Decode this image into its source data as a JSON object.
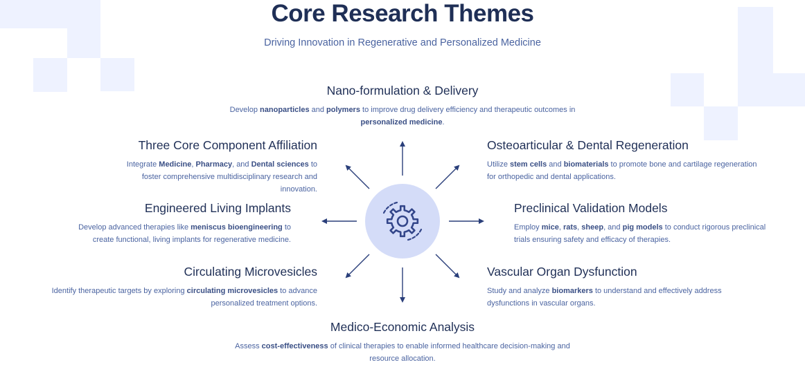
{
  "header": {
    "title": "Core Research Themes",
    "subtitle": "Driving Innovation in Regenerative and Personalized Medicine"
  },
  "hub": {
    "icon": "gear-refresh-icon",
    "circle_color": "#d4dcf8",
    "icon_color": "#33468a"
  },
  "colors": {
    "heading": "#1f2f56",
    "body": "#4a63a0",
    "arrow": "#2a3f7a",
    "decor": "#eef2ff"
  },
  "themes": [
    {
      "id": "nano",
      "title": "Nano-formulation & Delivery",
      "desc": [
        {
          "t": "Develop "
        },
        {
          "t": "nanoparticles",
          "b": true
        },
        {
          "t": " and "
        },
        {
          "t": "polymers",
          "b": true
        },
        {
          "t": " to improve drug delivery efficiency and therapeutic outcomes in "
        },
        {
          "t": "personalized medicine",
          "b": true
        },
        {
          "t": "."
        }
      ]
    },
    {
      "id": "affiliation",
      "title": "Three Core Component Affiliation",
      "desc": [
        {
          "t": "Integrate "
        },
        {
          "t": "Medicine",
          "b": true
        },
        {
          "t": ", "
        },
        {
          "t": "Pharmacy",
          "b": true
        },
        {
          "t": ", and "
        },
        {
          "t": "Dental sciences",
          "b": true
        },
        {
          "t": " to foster comprehensive multidisciplinary research and innovation."
        }
      ]
    },
    {
      "id": "osteo",
      "title": "Osteoarticular & Dental Regeneration",
      "desc": [
        {
          "t": "Utilize "
        },
        {
          "t": "stem cells",
          "b": true
        },
        {
          "t": " and "
        },
        {
          "t": "biomaterials",
          "b": true
        },
        {
          "t": " to promote bone and cartilage regeneration for orthopedic and dental applications."
        }
      ]
    },
    {
      "id": "implants",
      "title": "Engineered Living Implants",
      "desc": [
        {
          "t": "Develop advanced therapies like "
        },
        {
          "t": "meniscus bioengineering",
          "b": true
        },
        {
          "t": " to create functional, living implants for regenerative medicine."
        }
      ]
    },
    {
      "id": "preclinical",
      "title": "Preclinical Validation Models",
      "desc": [
        {
          "t": "Employ "
        },
        {
          "t": "mice",
          "b": true
        },
        {
          "t": ", "
        },
        {
          "t": "rats",
          "b": true
        },
        {
          "t": ", "
        },
        {
          "t": "sheep",
          "b": true
        },
        {
          "t": ", and "
        },
        {
          "t": "pig models",
          "b": true
        },
        {
          "t": " to conduct rigorous preclinical trials ensuring safety and efficacy of therapies."
        }
      ]
    },
    {
      "id": "microvesicles",
      "title": "Circulating Microvesicles",
      "desc": [
        {
          "t": "Identify therapeutic targets by exploring "
        },
        {
          "t": "circulating microvesicles",
          "b": true
        },
        {
          "t": " to advance personalized treatment options."
        }
      ]
    },
    {
      "id": "vascular",
      "title": "Vascular Organ Dysfunction",
      "desc": [
        {
          "t": "Study and analyze "
        },
        {
          "t": "biomarkers",
          "b": true
        },
        {
          "t": " to understand and effectively address dysfunctions in vascular organs."
        }
      ]
    },
    {
      "id": "economic",
      "title": "Medico-Economic Analysis",
      "desc": [
        {
          "t": "Assess "
        },
        {
          "t": "cost-effectiveness",
          "b": true
        },
        {
          "t": " of clinical therapies to enable informed healthcare decision-making and resource allocation."
        }
      ]
    }
  ]
}
